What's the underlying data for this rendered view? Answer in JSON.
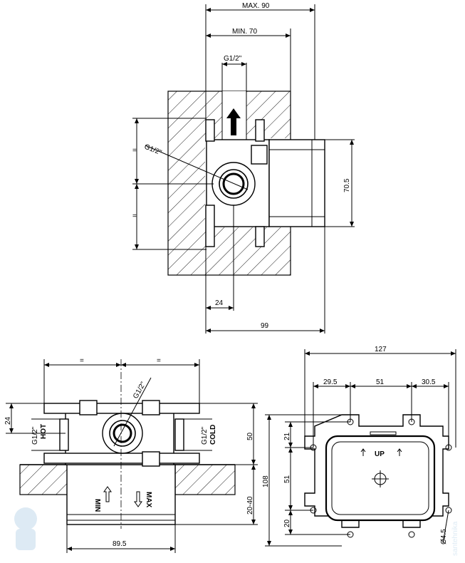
{
  "top_view": {
    "dim_max": "MAX. 90",
    "dim_min": "MIN. 70",
    "thread_top": "G1/2\"",
    "thread_diag": "G1/2\"",
    "dim_height": "70.5",
    "dim_left_a": "=",
    "dim_left_b": "=",
    "dim_24": "24",
    "dim_99": "99"
  },
  "front_view": {
    "dim_eq_left": "=",
    "dim_eq_right": "=",
    "thread_diag": "G1/2\"",
    "dim_24": "24",
    "hot_thread": "G1/2\"",
    "hot_label": "HOT",
    "cold_thread": "G1/2\"",
    "cold_label": "COLD",
    "dim_50": "50",
    "dim_range": "20-40",
    "label_min": "MIN",
    "label_max": "MAX",
    "dim_89_5": "89.5"
  },
  "plate_view": {
    "dim_127": "127",
    "dim_29_5": "29.5",
    "dim_51_h": "51",
    "dim_30_5": "30.5",
    "label_up": "UP",
    "dim_21": "21",
    "dim_51_v": "51",
    "dim_20": "20",
    "dim_108": "108",
    "dim_hole": "Ø4.5"
  },
  "watermark": {
    "text": "santehnika"
  }
}
